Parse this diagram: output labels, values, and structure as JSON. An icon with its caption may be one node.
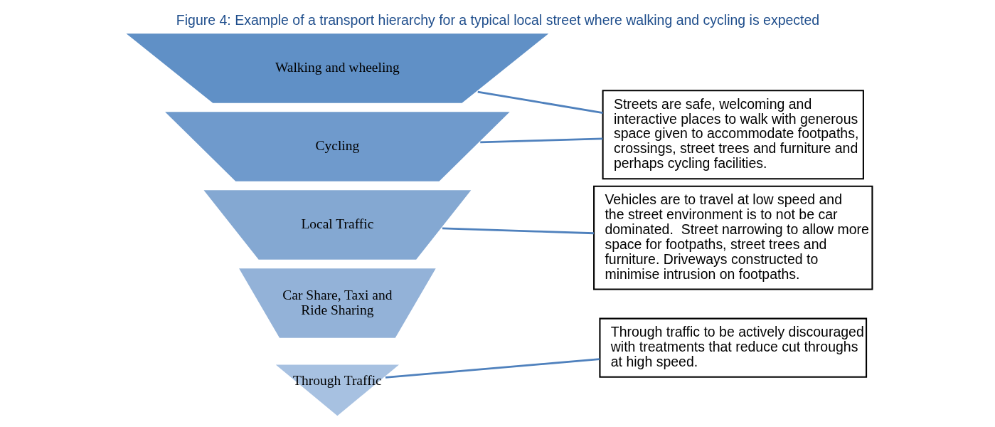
{
  "diagram": {
    "title": "Figure 4: Example of a transport hierarchy for a typical local street where walking and cycling is expected",
    "nodes": [
      {
        "text": [
          "Walking and wheeling"
        ]
      },
      {
        "text": [
          "Cycling"
        ]
      },
      {
        "text": [
          "Local Traffic"
        ]
      },
      {
        "text": [
          "Car Share, Taxi and Ride Sharing"
        ]
      },
      {
        "text": [
          "Through Traffic"
        ]
      },
      {
        "text": [
          "Streets are safe, welcoming and interactive places to walk with generous space given to accommodate footpaths, crossings, street trees and furniture and perhaps cycling facilities."
        ]
      },
      {
        "text": [
          "Vehicles are to travel at low speed and the street environment is to not be car dominated.  Street narrowing to allow more space for footpaths, street trees and furniture. Driveways constructed to minimise intrusion on footpaths."
        ]
      },
      {
        "text": [
          "Through traffic to be actively discouraged with treatments that reduce cut throughs at high speed."
        ]
      }
    ],
    "edges": [
      {
        "from": 0,
        "to": 5,
        "arrow": "none"
      },
      {
        "from": 1,
        "to": 5,
        "arrow": "none"
      },
      {
        "from": 2,
        "to": 6,
        "arrow": "none"
      },
      {
        "from": 4,
        "to": 7,
        "arrow": "none"
      }
    ]
  }
}
